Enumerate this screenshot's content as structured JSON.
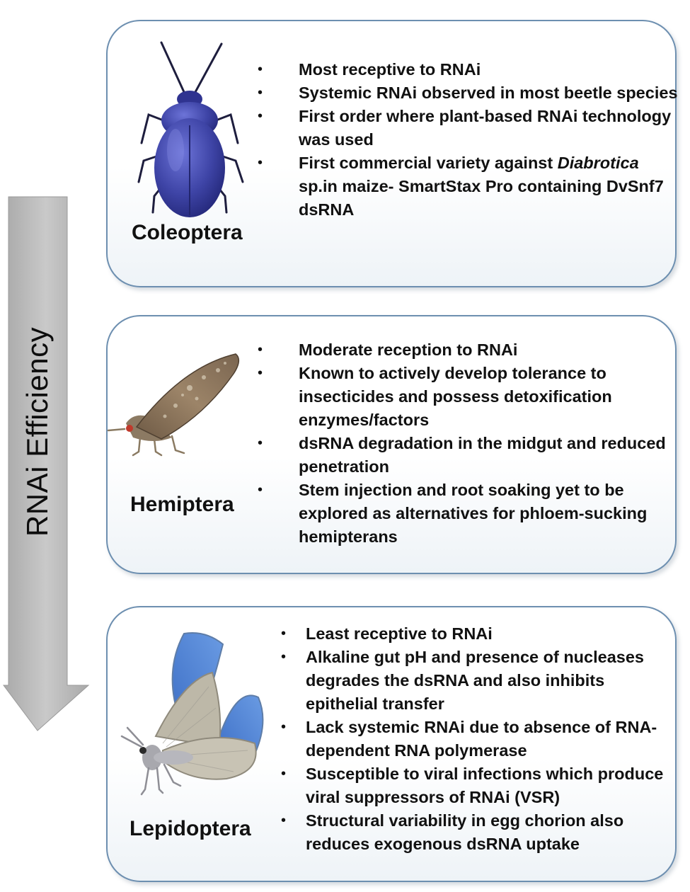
{
  "arrow_label": "RNAi Efficiency",
  "colors": {
    "arrow_gray": "#bdbdbd",
    "panel_border": "#6d8fb0",
    "beetle_blue": "#3f45a8",
    "butterfly_blue": "#4c7fd0"
  },
  "panels": [
    {
      "order": "Coleoptera",
      "icon": "beetle-icon",
      "bullets": [
        "Most receptive to RNAi",
        "Systemic RNAi observed in most beetle species",
        "First order where plant-based RNAi technology was used",
        {
          "before": "First commercial variety against ",
          "italic": "Diabrotica",
          "after": " sp.in maize- SmartStax Pro containing DvSnf7 dsRNA"
        }
      ]
    },
    {
      "order": "Hemiptera",
      "icon": "planthopper-icon",
      "bullets": [
        "Moderate reception to RNAi",
        "Known to actively develop tolerance to insecticides and possess detoxification enzymes/factors",
        "dsRNA degradation in the midgut and reduced penetration",
        "Stem injection and root soaking yet to be explored as alternatives for phloem-sucking hemipterans"
      ]
    },
    {
      "order": "Lepidoptera",
      "icon": "butterfly-icon",
      "bullets": [
        "Least receptive to RNAi",
        "Alkaline gut pH and presence of nucleases degrades the dsRNA and also inhibits epithelial transfer",
        "Lack systemic RNAi due to absence of RNA-dependent RNA polymerase",
        "Susceptible to viral infections which produce viral suppressors of RNAi (VSR)",
        "Structural variability in egg chorion also reduces exogenous dsRNA uptake"
      ]
    }
  ]
}
